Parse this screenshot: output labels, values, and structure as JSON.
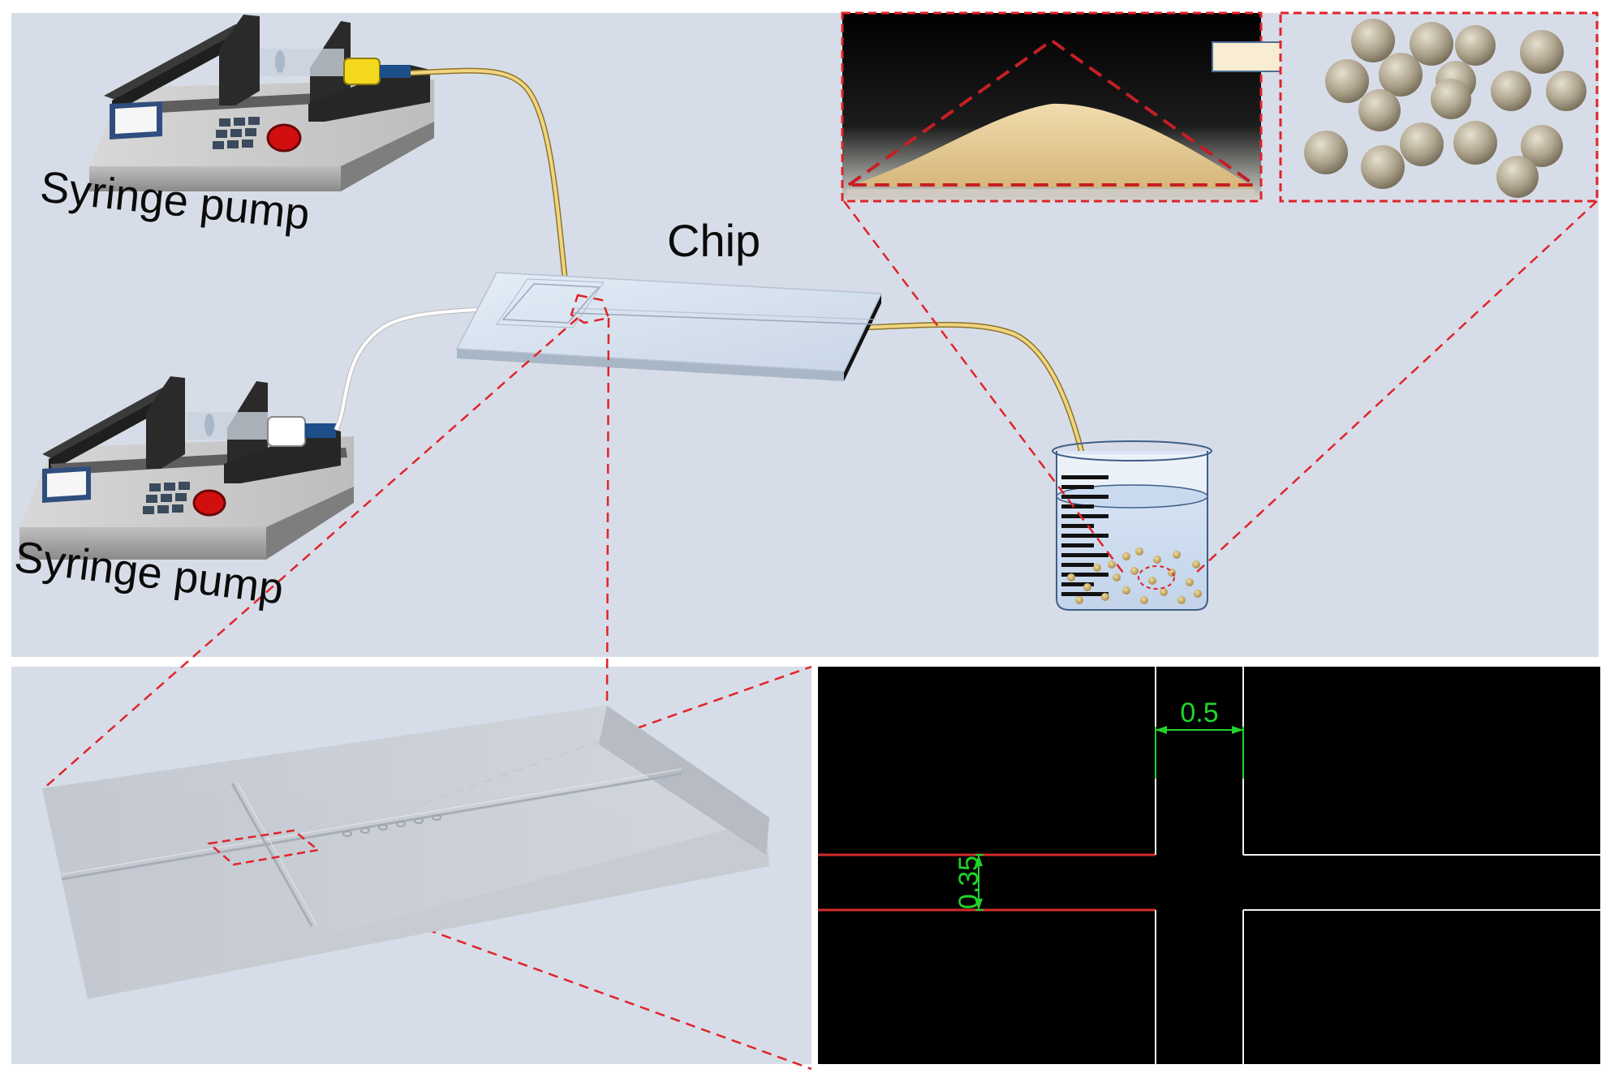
{
  "labels": {
    "pump_top": "Syringe pump",
    "pump_bottom": "Syringe pump",
    "chip": "Chip"
  },
  "dimensions": {
    "branch_width": "0.5",
    "main_width": "0.35"
  },
  "colors": {
    "background": "#d7dde8",
    "leader_line": "#e0242a",
    "tubing": "#e3c46a",
    "dimension": "#22d32b",
    "cad_background": "#000000",
    "channel_edge": "#d42a2a",
    "powder": "#e4c99a"
  }
}
